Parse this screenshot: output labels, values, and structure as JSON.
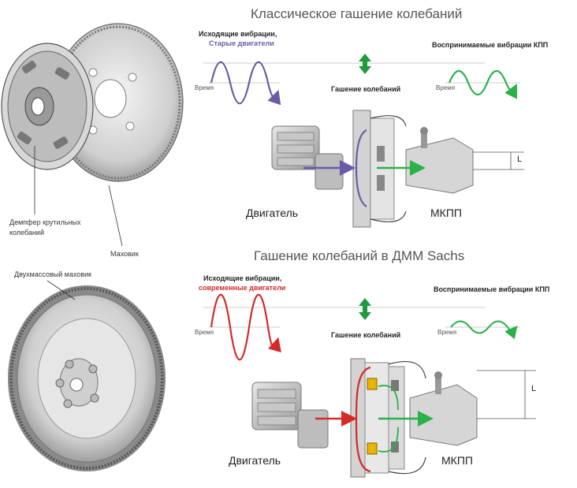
{
  "top": {
    "title": "Классическое гашение колебаний",
    "source_line1": "Исходящие вибрации,",
    "source_line2": "Старые двигатели",
    "perceived": "Воспринимаемые вибрации КПП",
    "damping": "Гашение колебаний",
    "time_left": "Время",
    "time_right": "Время",
    "engine": "Двигатель",
    "gearbox": "МКПП",
    "dimension": "L"
  },
  "bottom": {
    "title": "Гашение колебаний в ДММ Sachs",
    "source_line1": "Исходящие вибрации,",
    "source_line2": "современные двигатели",
    "perceived": "Воспринимаемые вибрации КПП",
    "damping": "Гашение колебаний",
    "time_left": "Время",
    "time_right": "Время",
    "engine": "Двигатель",
    "gearbox": "МКПП",
    "dimension": "L"
  },
  "parts": {
    "damper_line1": "Демпфер крутильных",
    "damper_line2": "колебаний",
    "flywheel": "Маховик",
    "dual_mass": "Двухмассовый маховик"
  },
  "colors": {
    "classic_wave": "#6a5aa8",
    "modern_wave": "#d42a2a",
    "perceived_wave": "#2bb04a",
    "arrow": "#1f9a3c"
  }
}
